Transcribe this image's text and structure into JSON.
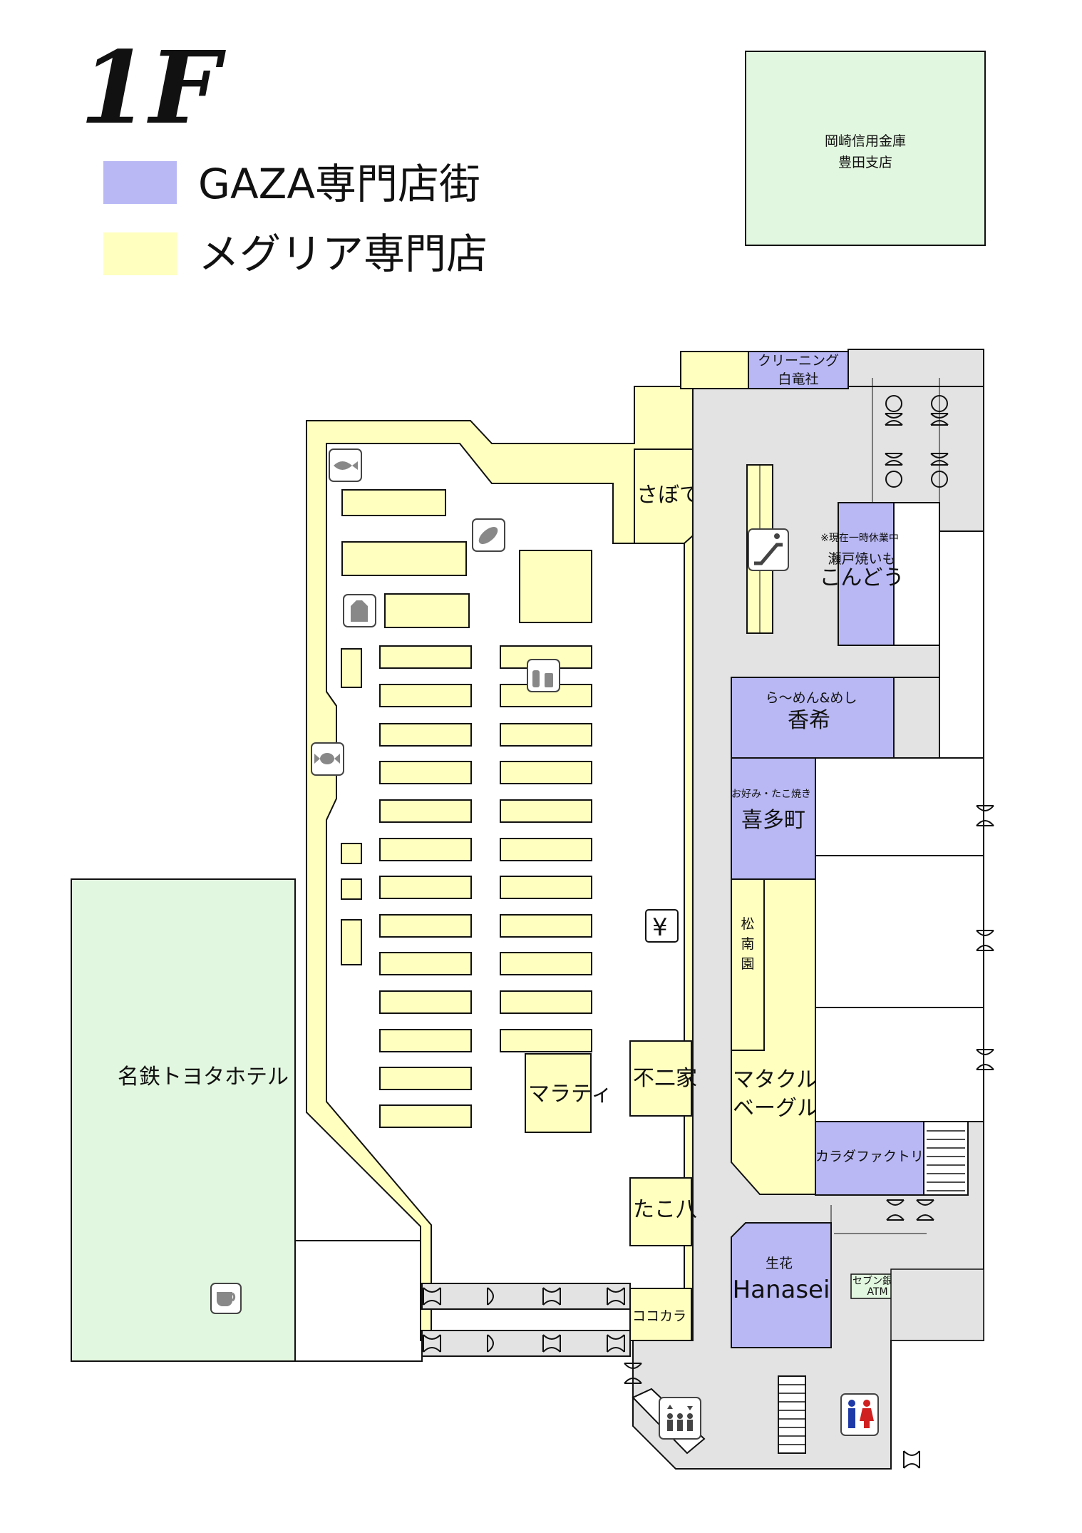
{
  "floor": "1F",
  "colors": {
    "gaza": "#b9b8f5",
    "meguria": "#ffffc0",
    "green": "#e2f7df",
    "corridor": "#e3e3e3",
    "aisle": "#ffffff"
  },
  "legend": [
    {
      "label": "GAZA専門店街",
      "color": "#b9b8f5"
    },
    {
      "label": "メグリア専門店",
      "color": "#ffffc0"
    }
  ],
  "bank": {
    "line1": "岡崎信用金庫",
    "line2": "豊田支店"
  },
  "hotel": "名鉄トヨタホテル",
  "shops": {
    "cleaning": {
      "line1": "クリーニング",
      "line2": "白竜社"
    },
    "saboten": "さぼてん",
    "kondou": {
      "note": "※現在一時休業中",
      "line1": "瀬戸焼いも",
      "line2": "こんどう"
    },
    "kouki": {
      "line1": "ら～めん&めし",
      "line2": "香希"
    },
    "kitamachi": {
      "line1": "お好み・たこ焼き",
      "line2": "喜多町"
    },
    "shounanen": [
      "松",
      "南",
      "園"
    ],
    "matakuru": {
      "line1": "マタクル",
      "line2": "ベーグル"
    },
    "karada": "カラダファクトリー",
    "hanasei": {
      "line1": "生花",
      "line2": "Hanasei"
    },
    "seven_atm": {
      "line1": "セブン銀行",
      "line2": "ATM"
    },
    "fujiya": "不二家",
    "takohachi": "たこ八",
    "cococara": "ココカラ",
    "marathi": "マラティ"
  },
  "icons": [
    "fish-icon",
    "bread-icon",
    "milk-icon",
    "bottles-icon",
    "candy-icon",
    "yen-icon",
    "escalator-icon",
    "elevator-icon",
    "restroom-icon",
    "coffee-icon"
  ],
  "yen_symbol": "¥"
}
